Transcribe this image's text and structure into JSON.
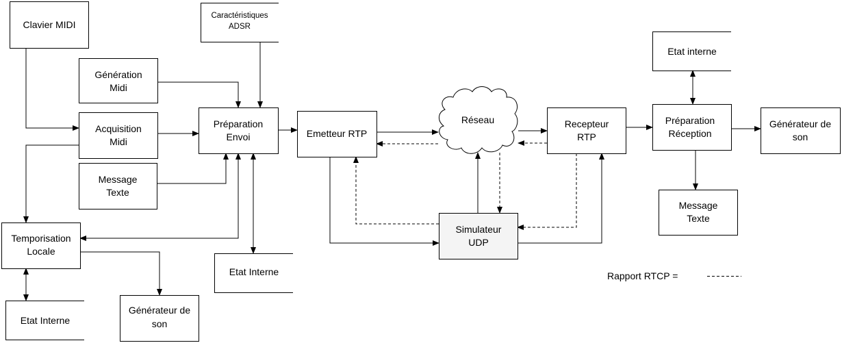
{
  "nodes": {
    "clavier_midi": [
      "Clavier MIDI"
    ],
    "caracteristiques_adsr": [
      "Caractéristiques",
      "ADSR"
    ],
    "generation_midi": [
      "Génération",
      "Midi"
    ],
    "acquisition_midi": [
      "Acquisition",
      "Midi"
    ],
    "message_texte_left": [
      "Message",
      "Texte"
    ],
    "preparation_envoi": [
      "Préparation",
      "Envoi"
    ],
    "emetteur_rtp": [
      "Emetteur RTP"
    ],
    "reseau": [
      "Réseau"
    ],
    "recepteur_rtp": [
      "Recepteur",
      "RTP"
    ],
    "preparation_reception": [
      "Préparation",
      "Réception"
    ],
    "etat_interne_right": [
      "Etat interne"
    ],
    "generateur_son_right": [
      "Générateur de",
      "son"
    ],
    "message_texte_right": [
      "Message",
      "Texte"
    ],
    "simulateur_udp": [
      "Simulateur",
      "UDP"
    ],
    "temporisation_locale": [
      "Temporisation",
      "Locale"
    ],
    "etat_interne_middle": [
      "Etat Interne"
    ],
    "etat_interne_left": [
      "Etat Interne"
    ],
    "generateur_son_bottom": [
      "Générateur de",
      "son"
    ]
  },
  "legend": {
    "label": "Rapport RTCP ="
  },
  "colors": {
    "simulator_fill": "#f4f4f4",
    "stroke": "#000000"
  }
}
